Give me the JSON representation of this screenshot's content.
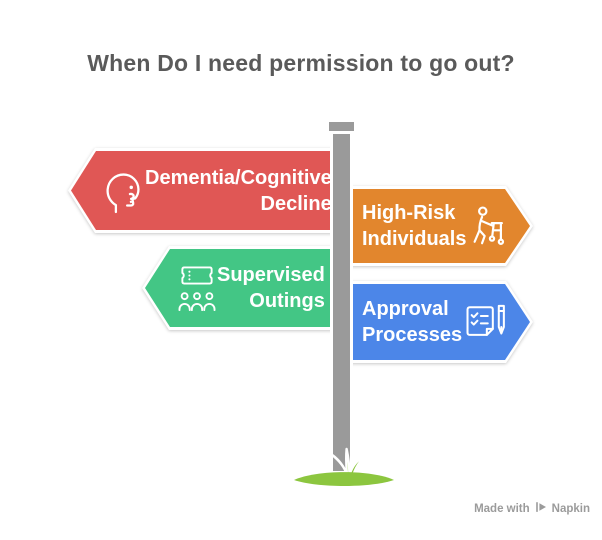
{
  "title": "When Do I need permission to go out?",
  "title_color": "#5A5A5A",
  "signs": [
    {
      "id": "dementia-cognitive-decline",
      "lines": [
        "Dementia/Cognitive",
        "Decline"
      ],
      "color": "#E05755",
      "direction": "left",
      "icon": "head-question-icon"
    },
    {
      "id": "high-risk-individuals",
      "lines": [
        "High-Risk",
        "Individuals"
      ],
      "color": "#E2862D",
      "direction": "right",
      "icon": "person-walker-icon"
    },
    {
      "id": "supervised-outings",
      "lines": [
        "Supervised",
        "Outings"
      ],
      "color": "#43C685",
      "direction": "left",
      "icon": "ticket-icon",
      "icon2": "people-icon"
    },
    {
      "id": "approval-processes",
      "lines": [
        "Approval",
        "Processes"
      ],
      "color": "#4C86E8",
      "direction": "right",
      "icon": "checklist-pen-icon"
    }
  ],
  "signpost": {
    "post_color": "#9A9A9A",
    "grass_color": "#8CC63F"
  },
  "watermark": {
    "made_with": "Made with",
    "brand": "Napkin",
    "color": "#9B9B9B",
    "logo_icon": "napkin-logo-icon"
  }
}
